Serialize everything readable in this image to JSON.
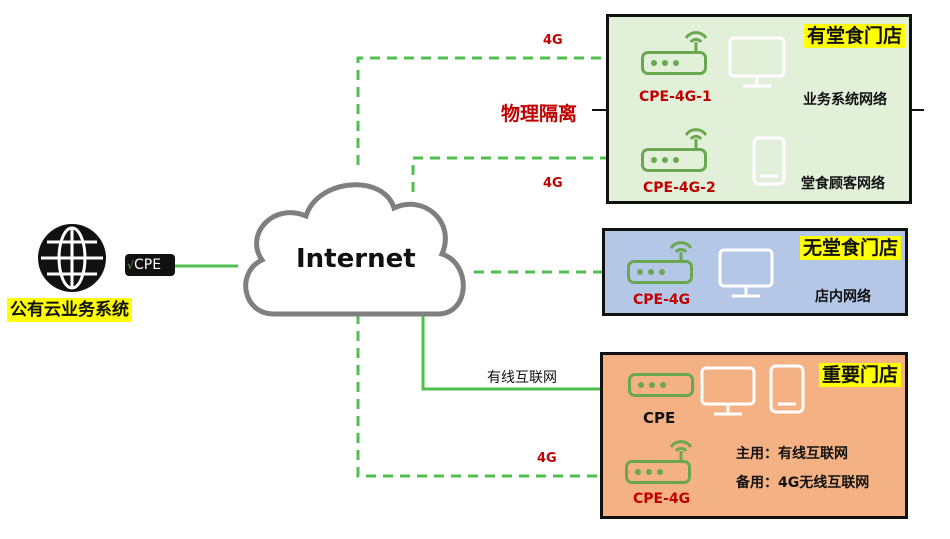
{
  "cloud": {
    "label": "Internet"
  },
  "cloud_system": {
    "cpe_badge": "CPE",
    "cpe_badge_check": "√",
    "label": "公有云业务系统"
  },
  "store_dine_in": {
    "title": "有堂食门店",
    "cpe1_label": "CPE-4G-1",
    "cpe2_label": "CPE-4G-2",
    "business_network": "业务系统网络",
    "guest_network": "堂食顾客网络",
    "isolation_label": "物理隔离"
  },
  "store_no_dine_in": {
    "title": "无堂食门店",
    "cpe_label": "CPE-4G",
    "network": "店内网络"
  },
  "store_important": {
    "title": "重要门店",
    "cpe_label": "CPE",
    "cpe4g_label": "CPE-4G",
    "primary": "主用：有线互联网",
    "backup": "备用：4G无线互联网"
  },
  "links": {
    "top_4g": "4G",
    "second_4g": "4G",
    "wired": "有线互联网",
    "bottom_4g": "4G"
  },
  "colors": {
    "link_green": "#4fbf4f",
    "device_green": "#6aa84f",
    "label_red": "#c00000",
    "highlight_yellow": "#ffff00",
    "store1_fill": "#e2efd9",
    "store2_fill": "#b4c7e7",
    "store3_fill": "#f4b183"
  },
  "icons": [
    "globe-icon",
    "router-icon",
    "wifi-icon",
    "monitor-icon",
    "tablet-icon",
    "cloud-icon"
  ]
}
